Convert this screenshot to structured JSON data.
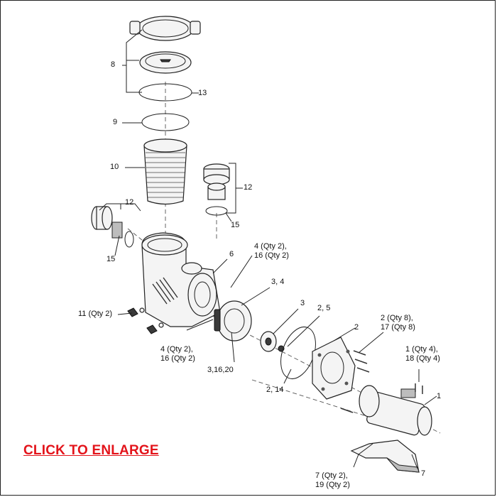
{
  "diagram": {
    "title": "",
    "callouts": [
      {
        "id": "c8",
        "text": "8"
      },
      {
        "id": "c13",
        "text": "13"
      },
      {
        "id": "c9",
        "text": "9"
      },
      {
        "id": "c10",
        "text": "10"
      },
      {
        "id": "c12a",
        "text": "12"
      },
      {
        "id": "c15a",
        "text": "15"
      },
      {
        "id": "c12b",
        "text": "12"
      },
      {
        "id": "c15b",
        "text": "15"
      },
      {
        "id": "c6",
        "text": "6"
      },
      {
        "id": "c4a",
        "text": "4 (Qty 2),\n16 (Qty 2)"
      },
      {
        "id": "c34",
        "text": "3, 4"
      },
      {
        "id": "c11",
        "text": "11 (Qty 2)"
      },
      {
        "id": "c3",
        "text": "3"
      },
      {
        "id": "c25",
        "text": "2, 5"
      },
      {
        "id": "c2",
        "text": "2"
      },
      {
        "id": "c2q",
        "text": "2 (Qty 8),\n17 (Qty 8)"
      },
      {
        "id": "c4b",
        "text": "4 (Qty 2),\n16 (Qty 2)"
      },
      {
        "id": "c31620",
        "text": "3,16,20"
      },
      {
        "id": "c214",
        "text": "2, 14"
      },
      {
        "id": "c1q",
        "text": "1 (Qty 4),\n18 (Qty 4)"
      },
      {
        "id": "c1",
        "text": "1"
      },
      {
        "id": "c7",
        "text": "7"
      },
      {
        "id": "c7q",
        "text": "7 (Qty 2),\n19 (Qty 2)"
      }
    ]
  },
  "link": {
    "label": "CLICK TO ENLARGE",
    "color": "#e3141b"
  }
}
